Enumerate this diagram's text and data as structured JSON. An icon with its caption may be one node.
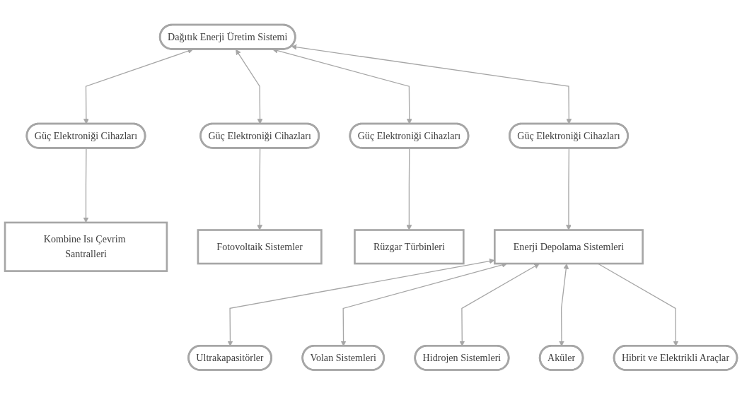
{
  "diagram": {
    "nodes": [
      {
        "text": [
          "Dağıtık Enerji Üretim Sistemi"
        ]
      },
      {
        "text": [
          "Güç Elektroniği Cihazları"
        ]
      },
      {
        "text": [
          "Güç Elektroniği Cihazları"
        ]
      },
      {
        "text": [
          "Güç Elektroniği Cihazları"
        ]
      },
      {
        "text": [
          "Güç Elektroniği Cihazları"
        ]
      },
      {
        "text": [
          "Kombine Isı Çevrim Santralleri"
        ]
      },
      {
        "text": [
          "Fotovoltaik Sistemler"
        ]
      },
      {
        "text": [
          "Rüzgar Türbinleri"
        ]
      },
      {
        "text": [
          "Enerji Depolama Sistemleri"
        ]
      },
      {
        "text": [
          "Ultrakapasitörler"
        ]
      },
      {
        "text": [
          "Volan Sistemleri"
        ]
      },
      {
        "text": [
          "Hidrojen Sistemleri"
        ]
      },
      {
        "text": [
          "Aküler"
        ]
      },
      {
        "text": [
          "Hibrit ve Elektrikli Araçlar"
        ]
      }
    ],
    "edges": [
      {
        "from": 0,
        "to": 1,
        "arrow": "both"
      },
      {
        "from": 0,
        "to": 2,
        "arrow": "both"
      },
      {
        "from": 0,
        "to": 3,
        "arrow": "both"
      },
      {
        "from": 0,
        "to": 4,
        "arrow": "both"
      },
      {
        "from": 1,
        "to": 5,
        "arrow": "to"
      },
      {
        "from": 2,
        "to": 6,
        "arrow": "to"
      },
      {
        "from": 3,
        "to": 7,
        "arrow": "to"
      },
      {
        "from": 4,
        "to": 8,
        "arrow": "to"
      },
      {
        "from": 8,
        "to": 9,
        "arrow": "both"
      },
      {
        "from": 8,
        "to": 10,
        "arrow": "both"
      },
      {
        "from": 8,
        "to": 11,
        "arrow": "both"
      },
      {
        "from": 8,
        "to": 12,
        "arrow": "both"
      },
      {
        "from": 8,
        "to": 13,
        "arrow": "to"
      }
    ]
  }
}
